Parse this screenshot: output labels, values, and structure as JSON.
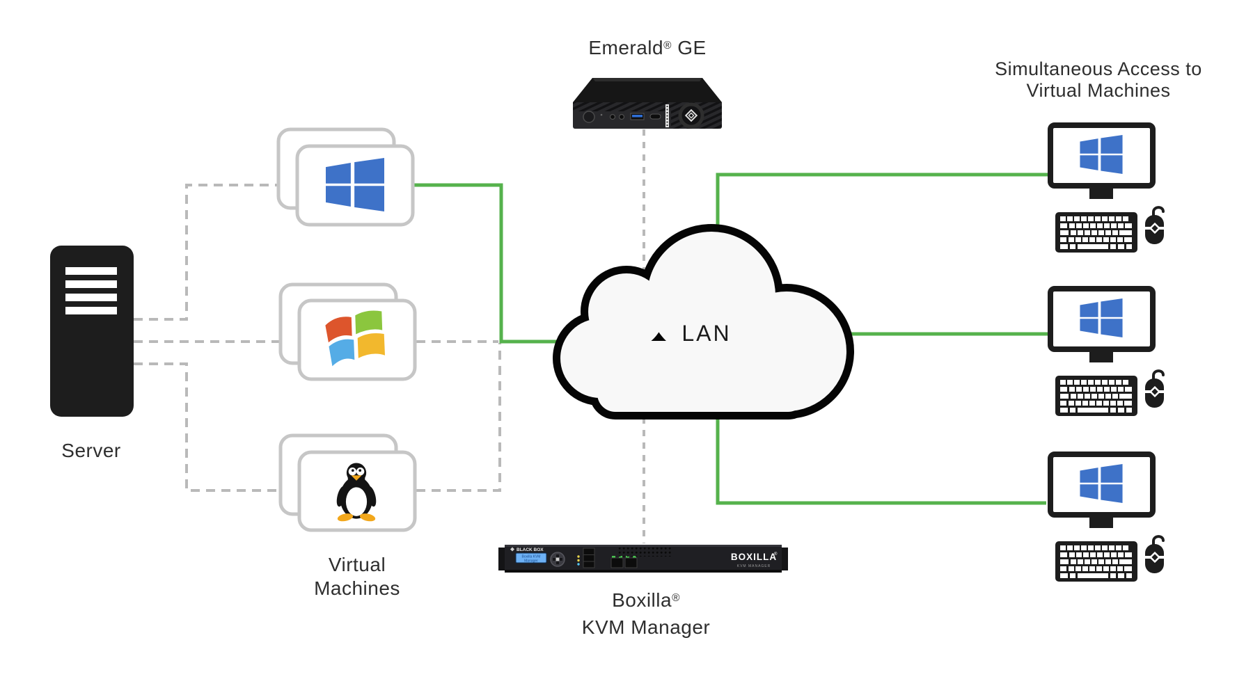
{
  "labels": {
    "emerald_name": "Emerald",
    "emerald_reg": "®",
    "emerald_suffix": " GE",
    "sim_line1": "Simultaneous Access to",
    "sim_line2": "Virtual Machines",
    "server": "Server",
    "vm_line1": "Virtual",
    "vm_line2": "Machines",
    "lan": "LAN",
    "boxilla_name": "Boxilla",
    "boxilla_reg": "®",
    "boxilla_line2": "KVM Manager"
  },
  "boxilla_device": {
    "brand": "BLACK BOX",
    "lcd_line1": "Boxilla KVM",
    "lcd_line2": "Manager",
    "logo": "BOXILLA",
    "logo_reg": "®",
    "logo_sub": "KVM MANAGER"
  },
  "colors": {
    "green_link": "#55b24c",
    "dashed_link": "#b9b9b9",
    "card_border": "#c6c6c6",
    "cloud_stroke": "#050505",
    "cloud_fill": "#f8f8f8",
    "windows_blue": "#3e72c8",
    "classic_red": "#dd552c",
    "classic_green": "#8bc63e",
    "classic_blue": "#55ace6",
    "classic_yellow": "#f2b82d",
    "tux_orange": "#f2a71b",
    "device_black": "#1d1d1d",
    "lcd_blue": "#6db1f5",
    "port_led_green": "#49c24f"
  }
}
